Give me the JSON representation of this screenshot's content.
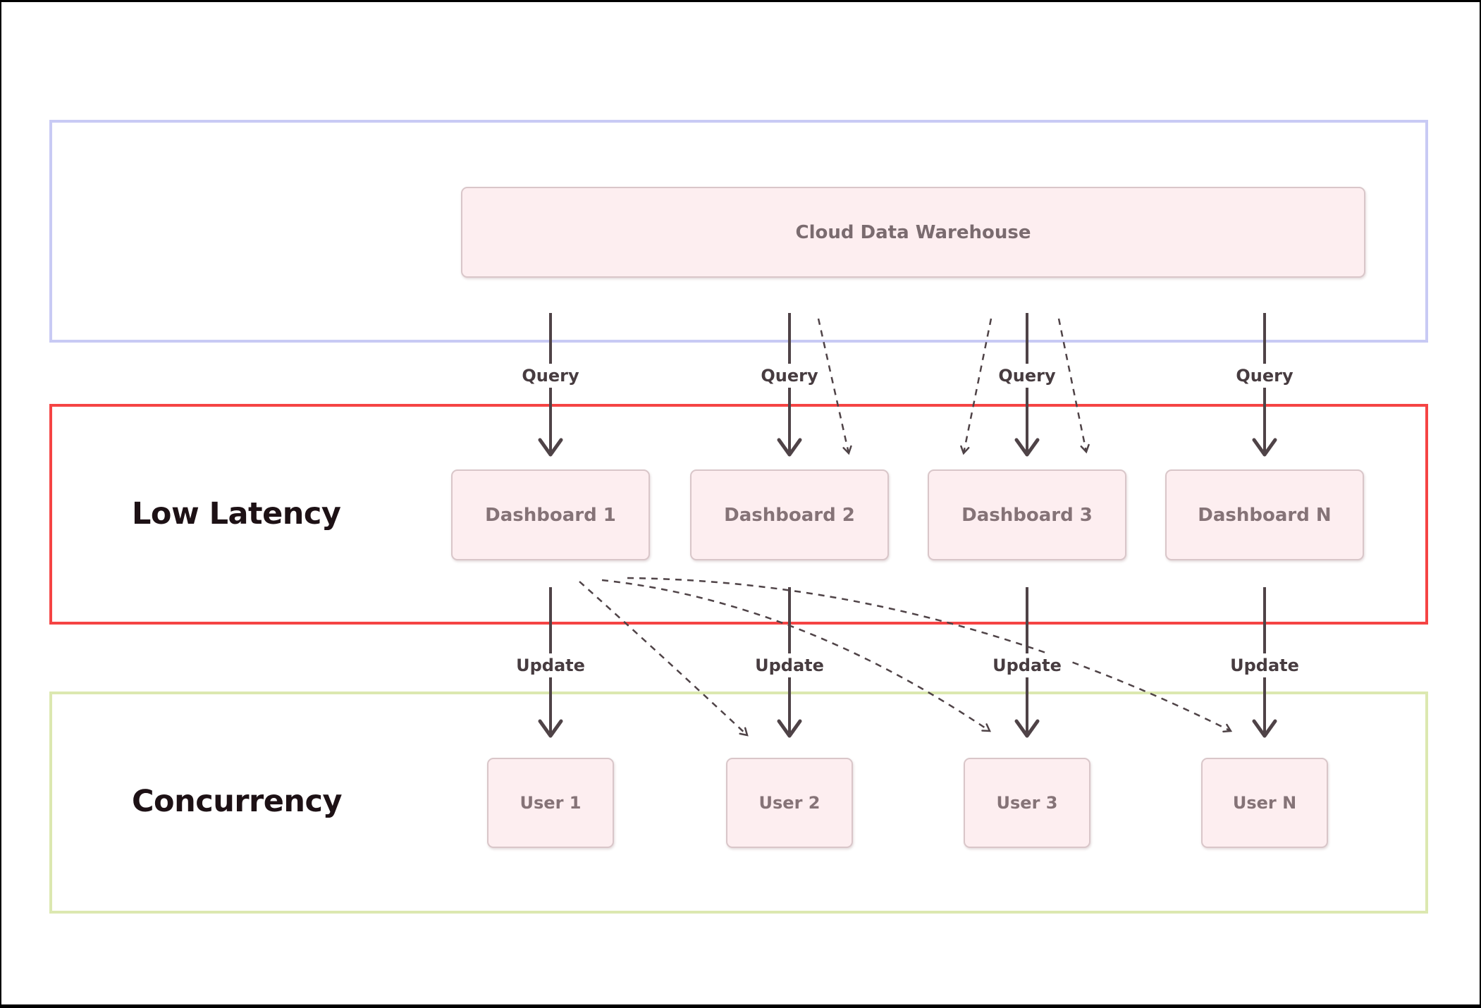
{
  "diagram": {
    "kind": "architecture-diagram",
    "colors": {
      "background": "#ffffff",
      "frame": "#000000",
      "warehouse_section_border": "#c8caf4",
      "low_latency_section_border": "#f54444",
      "concurrency_section_border": "#dce8b0",
      "node_fill": "#fdeef0",
      "node_border": "#d9c6c9",
      "node_text": "#857377",
      "arrow": "#4f4347",
      "edge_label_text": "#473c40",
      "section_title_text": "#1d1115"
    },
    "warehouse_section": {
      "box": {
        "label": "Cloud Data Warehouse"
      }
    },
    "low_latency_section": {
      "title": "Low Latency",
      "dashboards": [
        {
          "label": "Dashboard 1"
        },
        {
          "label": "Dashboard 2"
        },
        {
          "label": "Dashboard 3"
        },
        {
          "label": "Dashboard N"
        }
      ]
    },
    "concurrency_section": {
      "title": "Concurrency",
      "users": [
        {
          "label": "User 1"
        },
        {
          "label": "User 2"
        },
        {
          "label": "User 3"
        },
        {
          "label": "User N"
        }
      ]
    },
    "edges": {
      "queries": [
        {
          "label": "Query"
        },
        {
          "label": "Query"
        },
        {
          "label": "Query"
        },
        {
          "label": "Query"
        }
      ],
      "updates": [
        {
          "label": "Update"
        },
        {
          "label": "Update"
        },
        {
          "label": "Update"
        },
        {
          "label": "Update"
        }
      ]
    }
  }
}
